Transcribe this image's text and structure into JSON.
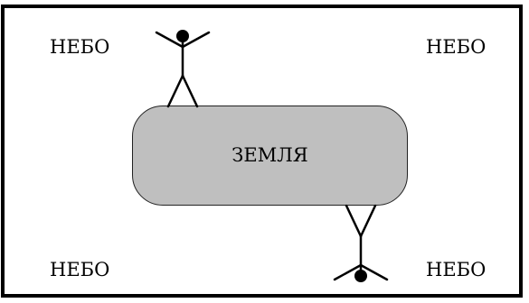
{
  "sky_labels": {
    "top_left": "НЕБО",
    "top_right": "НЕБО",
    "bottom_left": "НЕБО",
    "bottom_right": "НЕБО"
  },
  "earth": {
    "label": "ЗЕМЛЯ",
    "fill_color": "#bfbfbf"
  },
  "colors": {
    "frame": "#000000",
    "figure": "#000000",
    "background": "#ffffff"
  }
}
